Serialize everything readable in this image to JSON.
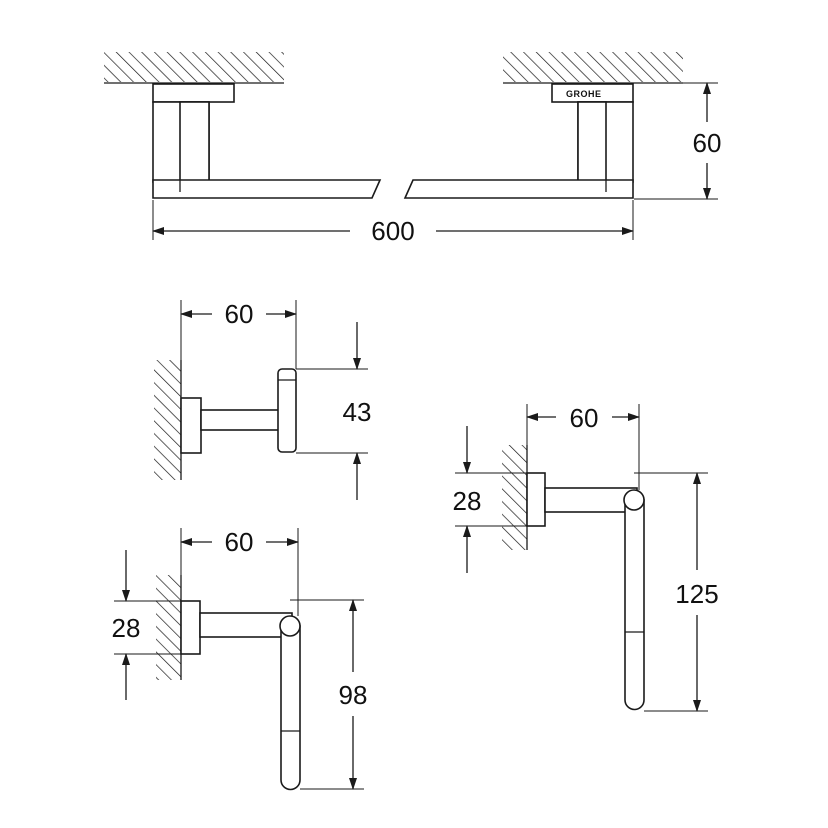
{
  "drawing": {
    "towel_bar": {
      "length": "600",
      "projection": "60"
    },
    "robe_hook": {
      "projection": "60",
      "height": "43"
    },
    "ring_holder": {
      "projection": "60",
      "plate": "28",
      "length": "125"
    },
    "paper_holder": {
      "projection": "60",
      "plate": "28",
      "length": "98"
    }
  }
}
